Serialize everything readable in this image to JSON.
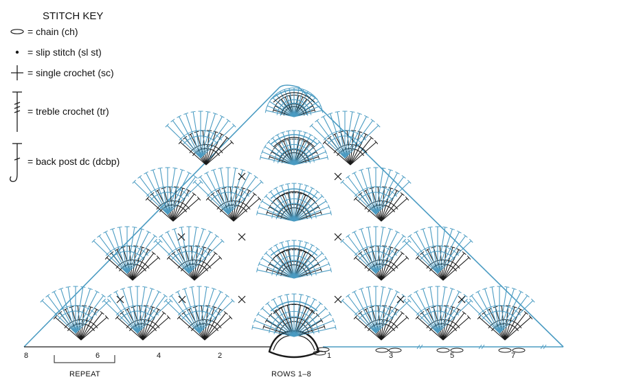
{
  "stitch_key": {
    "title": "STITCH KEY",
    "items": [
      {
        "symbol": "chain-oval-icon",
        "label": "= chain (ch)"
      },
      {
        "symbol": "dot-icon",
        "label": "= slip stitch (sl st)"
      },
      {
        "symbol": "plus-icon",
        "label": "= single crochet (sc)"
      },
      {
        "symbol": "treble-icon",
        "label": "= treble crochet (tr)"
      },
      {
        "symbol": "back-post-icon",
        "label": "= back post dc (dcbp)"
      }
    ]
  },
  "row_numbers": [
    "8",
    "6",
    "4",
    "2",
    "1",
    "3",
    "5",
    "7"
  ],
  "repeat_label": "REPEAT",
  "caption": "ROWS 1–8",
  "colors": {
    "chain_blue": "#4a9bc2",
    "stitch_dark": "#1a1a1a",
    "text": "#111111"
  }
}
